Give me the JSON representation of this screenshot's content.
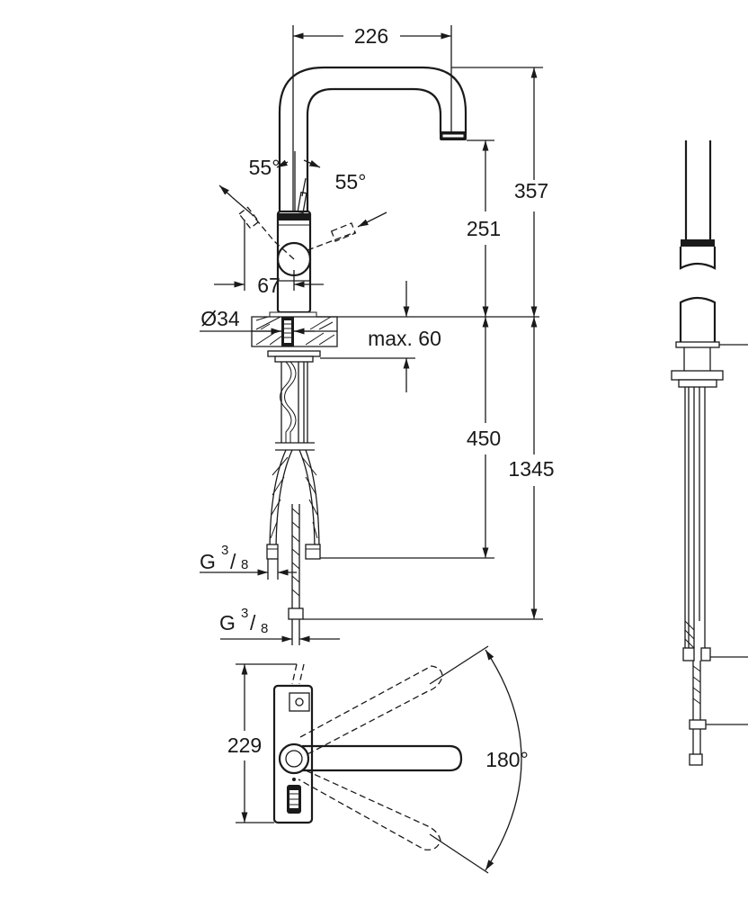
{
  "dimensions": {
    "spout_reach": "226",
    "lever_angle_left": "55°",
    "lever_angle_right": "55°",
    "lever_offset": "67",
    "hole_diameter": "Ø34",
    "total_height": "357",
    "outlet_height": "251",
    "max_thickness": "max. 60",
    "hose_length": "450",
    "overall_length": "1345",
    "plan_depth": "229",
    "swivel_angle": "180°"
  },
  "connections": {
    "upper": {
      "prefix": "G",
      "numerator": "3",
      "slash": "/",
      "denominator": "8"
    },
    "lower": {
      "prefix": "G",
      "numerator": "3",
      "slash": "/",
      "denominator": "8"
    }
  },
  "colors": {
    "ink": "#1a1a1a",
    "background": "#ffffff"
  }
}
